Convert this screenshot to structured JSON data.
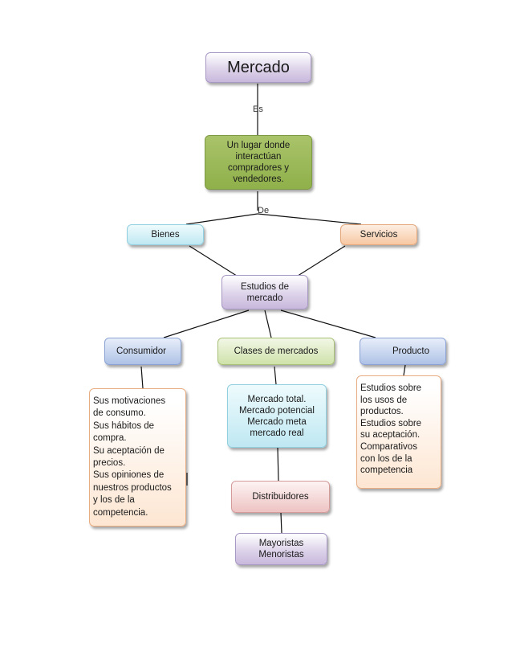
{
  "nodes": {
    "mercado": "Mercado",
    "lugar": "Un lugar donde\ninteractúan\ncompradores y\nvendedores.",
    "bienes": "Bienes",
    "servicios": "Servicios",
    "estudios": "Estudios de\nmercado",
    "consumidor": "Consumidor",
    "clases": "Clases de mercados",
    "producto": "Producto",
    "motivaciones": "Sus motivaciones\nde consumo.\nSus hábitos de\ncompra.\nSu aceptación de\nprecios.\nSus opiniones de\nnuestros productos\ny los de la\ncompetencia.",
    "mercado_total": "Mercado total.\nMercado potencial\nMercado meta\nmercado real",
    "estudios_sobre": "Estudios sobre\nlos usos  de\nproductos.\nEstudios sobre\nsu aceptación.\nComparativos\ncon los de la\ncompetencia",
    "distribuidores": "Distribuidores",
    "mayoristas": "Mayoristas\nMenoristas"
  },
  "connectors": {
    "es": "Es",
    "de": "De"
  },
  "colors": {
    "line": "#111111"
  }
}
